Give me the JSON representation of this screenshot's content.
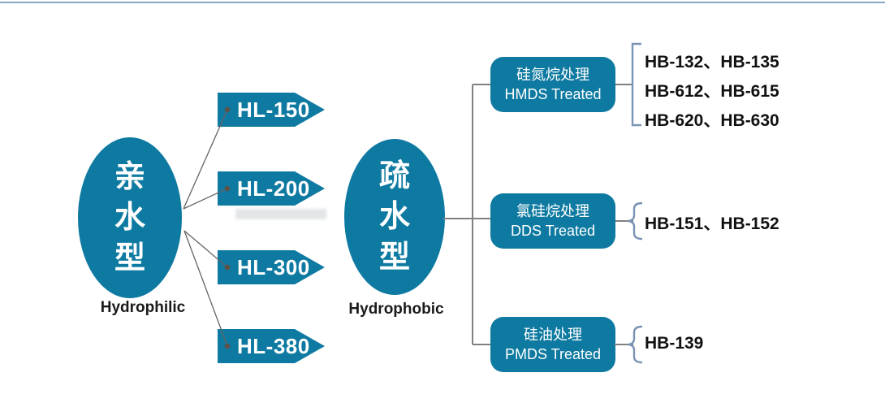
{
  "page": {
    "background": "#ffffff",
    "top_border_color": "#85a9c5"
  },
  "colors": {
    "node_teal": "#0e7aa1",
    "connector_gray": "#808080",
    "fan_line_gray": "#646464",
    "bracket_blue": "#7b93b5",
    "dot_brown": "#5e5349",
    "text_dark": "#1a1a1a",
    "text_white": "#ffffff"
  },
  "hydrophilic": {
    "label_cn": "亲水型",
    "chars": [
      "亲",
      "水",
      "型"
    ],
    "label_en": "Hydrophilic",
    "products": [
      "HL-150",
      "HL-200",
      "HL-300",
      "HL-380"
    ]
  },
  "hydrophobic": {
    "label_cn": "疏水型",
    "chars": [
      "疏",
      "水",
      "型"
    ],
    "label_en": "Hydrophobic",
    "treatments": [
      {
        "name_cn": "硅氮烷处理",
        "name_en": "HMDS Treated",
        "products": [
          "HB-132、HB-135",
          "HB-612、HB-615",
          "HB-620、HB-630"
        ]
      },
      {
        "name_cn": "氯硅烷处理",
        "name_en": "DDS Treated",
        "products": [
          "HB-151、HB-152"
        ]
      },
      {
        "name_cn": "硅油处理",
        "name_en": "PMDS Treated",
        "products": [
          "HB-139"
        ]
      }
    ]
  }
}
